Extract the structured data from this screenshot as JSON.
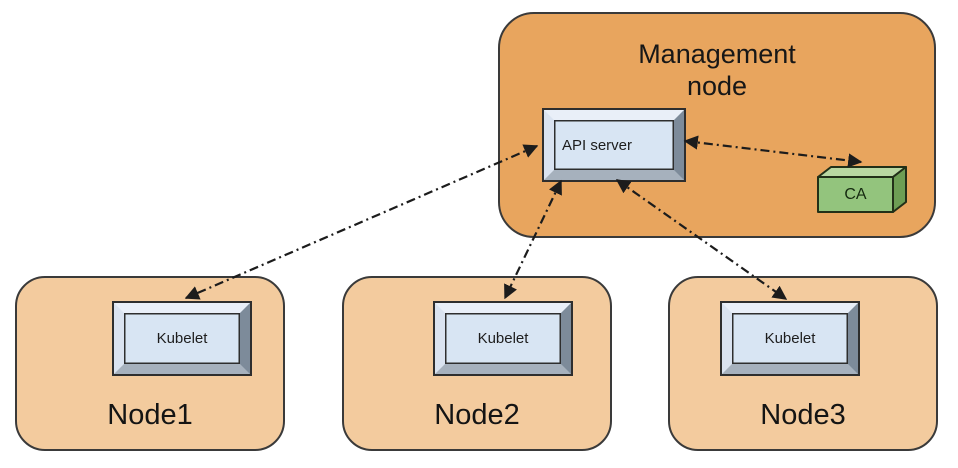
{
  "diagram": {
    "management_node": {
      "label": "Management node",
      "api_server": {
        "label": "API server"
      },
      "ca": {
        "label": "CA"
      }
    },
    "nodes": [
      {
        "label": "Node1",
        "component": "Kubelet"
      },
      {
        "label": "Node2",
        "component": "Kubelet"
      },
      {
        "label": "Node3",
        "component": "Kubelet"
      }
    ],
    "connections": [
      {
        "from": "API server",
        "to": "Kubelet (Node1)",
        "style": "dash-dot",
        "bidirectional": true
      },
      {
        "from": "API server",
        "to": "Kubelet (Node2)",
        "style": "dash-dot",
        "bidirectional": true
      },
      {
        "from": "API server",
        "to": "Kubelet (Node3)",
        "style": "dash-dot",
        "bidirectional": true
      },
      {
        "from": "API server",
        "to": "CA",
        "style": "dash-dot",
        "bidirectional": true
      }
    ],
    "colors": {
      "management_node_fill": "#E8A55E",
      "worker_node_fill": "#F3CB9E",
      "component_fill": "#D8E5F3",
      "component_bevel_dark": "#7D8B9A",
      "ca_front": "#93C47D",
      "ca_top": "#B9D8A2",
      "ca_side": "#6D9E54",
      "outline": "#2E2E2E",
      "arrow": "#1C1C1C",
      "background": "#FFFFFF"
    }
  }
}
